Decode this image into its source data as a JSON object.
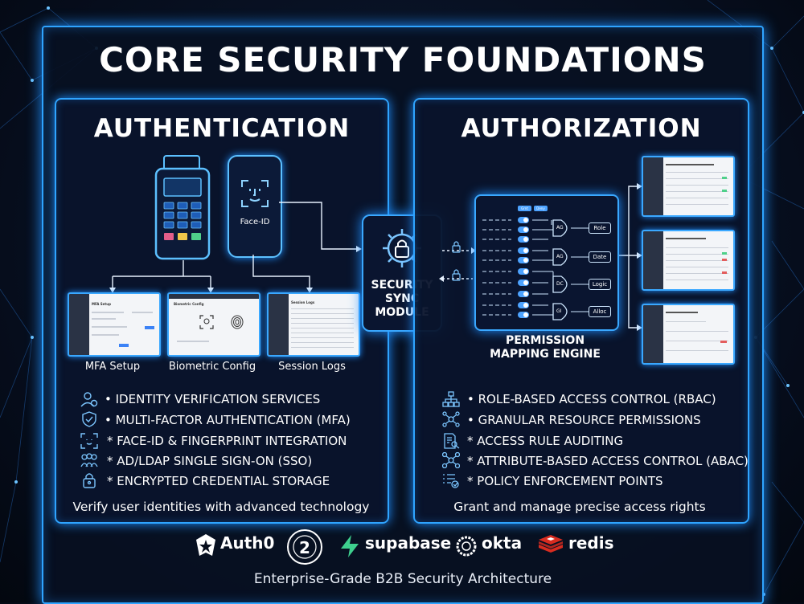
{
  "title": "CORE SECURITY FOUNDATIONS",
  "authentication": {
    "heading": "AUTHENTICATION",
    "device_label": "Face-ID",
    "screens": [
      {
        "caption": "MFA Setup",
        "header": "MFA Setup"
      },
      {
        "caption": "Biometric Config",
        "header": "Biometric Config"
      },
      {
        "caption": "Session Logs",
        "header": "Session Logs"
      }
    ],
    "features": [
      {
        "icon": "user-check-icon",
        "text": "• IDENTITY VERIFICATION SERVICES"
      },
      {
        "icon": "shield-check-icon",
        "text": "• MULTI-FACTOR AUTHENTICATION (MFA)"
      },
      {
        "icon": "face-scan-icon",
        "text": "* FACE-ID & FINGERPRINT INTEGRATION"
      },
      {
        "icon": "users-group-icon",
        "text": "* AD/LDAP SINGLE SIGN-ON (SSO)"
      },
      {
        "icon": "lock-icon",
        "text": "* ENCRYPTED CREDENTIAL STORAGE"
      }
    ],
    "tagline": "Verify user identities with advanced technology"
  },
  "sync_module": {
    "line1": "SECURITY",
    "line2": "SYNC",
    "line3": "MODULE"
  },
  "authorization": {
    "heading": "AUTHORIZATION",
    "engine": {
      "line1": "PERMISSION",
      "line2": "MAPPING ENGINE",
      "chips": [
        "Grnt",
        "Deny"
      ],
      "gates": [
        "AG",
        "AG",
        "DC",
        "GI"
      ],
      "outputs": [
        "Role",
        "Date",
        "Logic",
        "Alloc"
      ]
    },
    "features": [
      {
        "icon": "hierarchy-icon",
        "text": "• ROLE-BASED ACCESS CONTROL (RBAC)"
      },
      {
        "icon": "network-nodes-icon",
        "text": "• GRANULAR RESOURCE PERMISSIONS"
      },
      {
        "icon": "document-search-icon",
        "text": "* ACCESS RULE AUDITING"
      },
      {
        "icon": "attribute-nodes-icon",
        "text": "* ATTRIBUTE-BASED ACCESS CONTROL (ABAC)"
      },
      {
        "icon": "checklist-icon",
        "text": "* POLICY ENFORCEMENT POINTS"
      }
    ],
    "tagline": "Grant and manage precise access rights"
  },
  "brands": [
    "Auth0",
    "supabase",
    "okta",
    "redis"
  ],
  "footer": "Enterprise-Grade B2B Security Architecture",
  "colors": {
    "accent": "#2fa4ff",
    "background": "#060d1c",
    "panel": "#09142c",
    "supabase": "#3ecf8e",
    "redis": "#d82c20"
  }
}
